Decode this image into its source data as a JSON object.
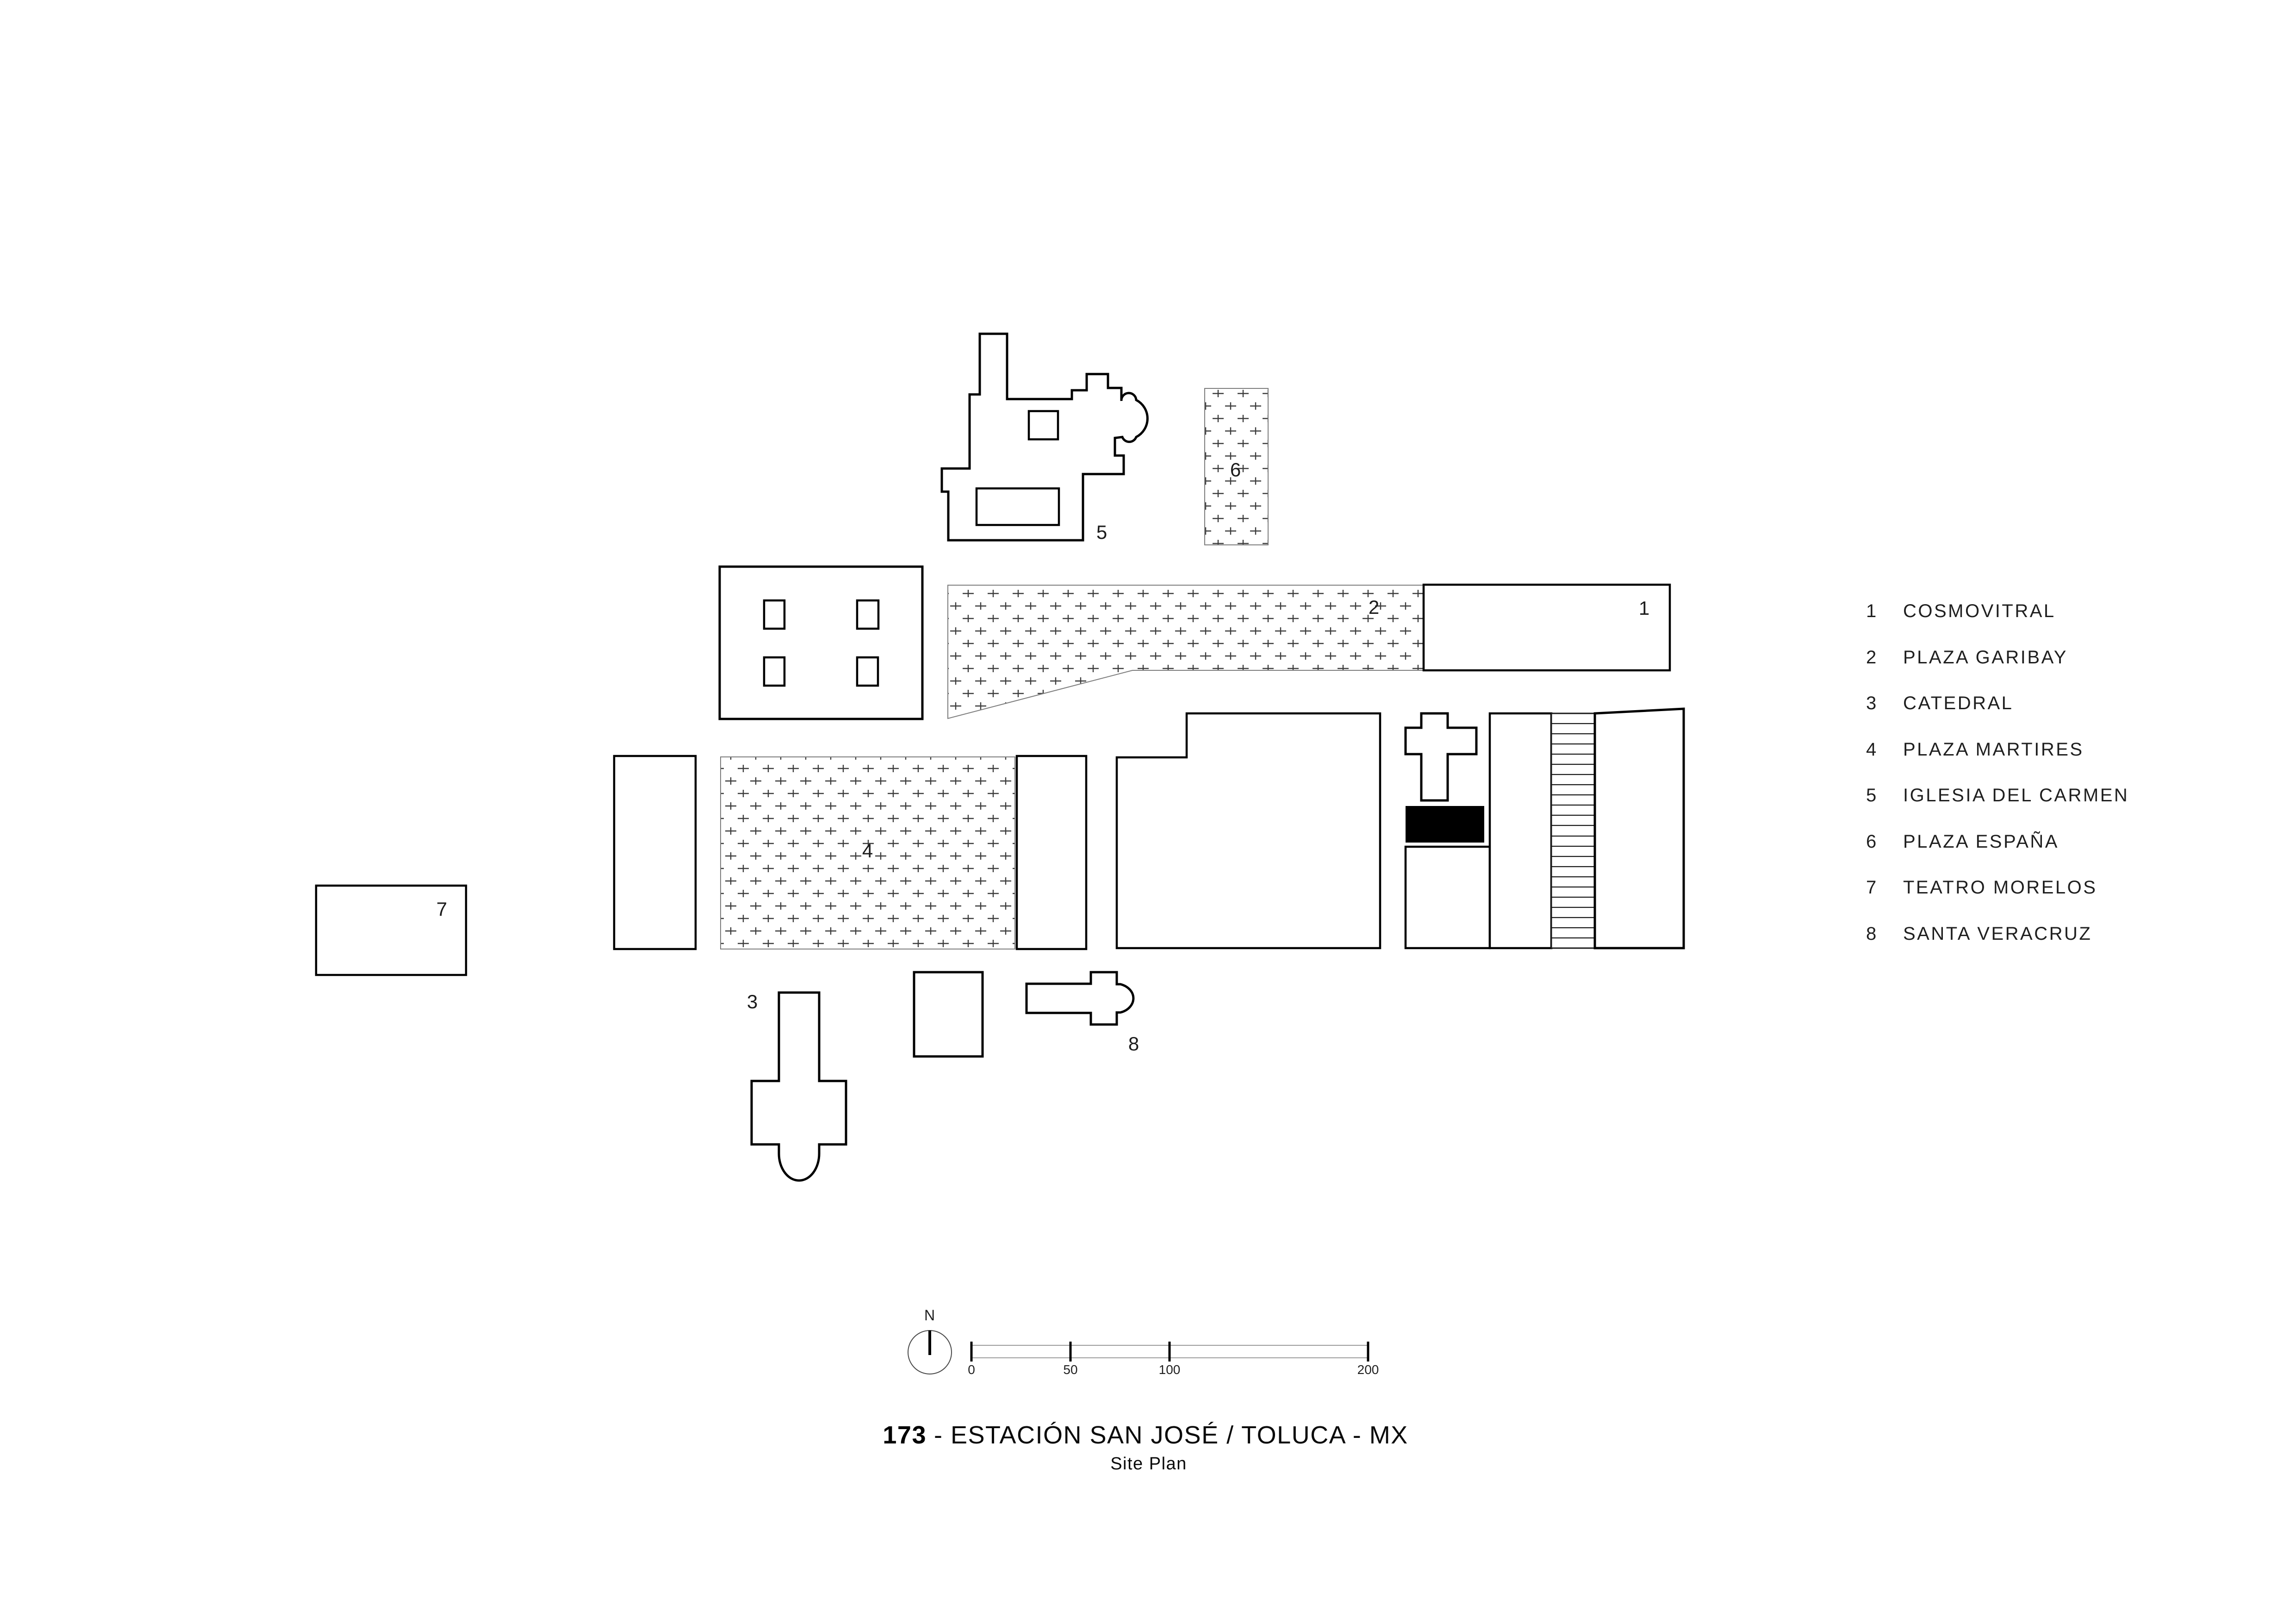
{
  "title": {
    "number": "173",
    "text": "- ESTACIÓN SAN JOSÉ / TOLUCA - MX",
    "subtitle": "Site Plan"
  },
  "legend": {
    "items": [
      {
        "num": "1",
        "label": "COSMOVITRAL"
      },
      {
        "num": "2",
        "label": "PLAZA GARIBAY"
      },
      {
        "num": "3",
        "label": "CATEDRAL"
      },
      {
        "num": "4",
        "label": "PLAZA MARTIRES"
      },
      {
        "num": "5",
        "label": "IGLESIA DEL CARMEN"
      },
      {
        "num": "6",
        "label": "PLAZA ESPAÑA"
      },
      {
        "num": "7",
        "label": "TEATRO MORELOS"
      },
      {
        "num": "8",
        "label": "SANTA VERACRUZ"
      }
    ]
  },
  "map_labels": {
    "cosmovitral": "1",
    "plaza_garibay": "2",
    "catedral": "3",
    "plaza_martires": "4",
    "iglesia_del_carmen": "5",
    "plaza_espana": "6",
    "teatro_morelos": "7",
    "santa_veracruz": "8"
  },
  "compass": {
    "label": "N"
  },
  "scale_bar": {
    "tick_labels": [
      "0",
      "50",
      "100",
      "200"
    ]
  },
  "colors": {
    "ink": "#000000",
    "hatch": "#3c3c3c",
    "thin_line": "#7d7d7d",
    "paper": "#ffffff"
  }
}
